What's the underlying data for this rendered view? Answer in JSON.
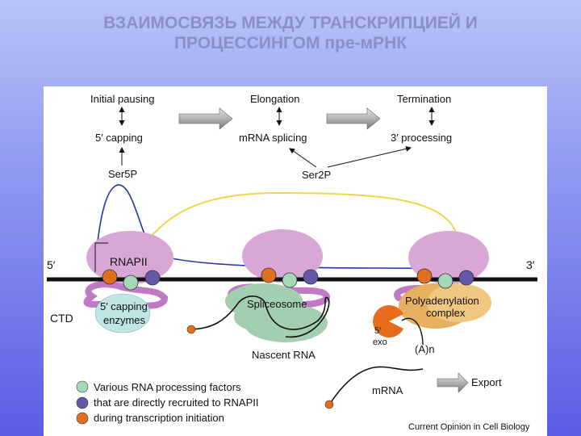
{
  "slide": {
    "title_line1": "ВЗАИМОСВЯЗЬ МЕЖДУ ТРАНСКРИПЦИЕЙ И",
    "title_line2": "ПРОЦЕССИНГОМ пре-мРНК"
  },
  "diagram": {
    "stages": {
      "initial_pausing": "Initial pausing",
      "elongation": "Elongation",
      "termination": "Termination"
    },
    "processes": {
      "capping": "5′ capping",
      "splicing": "mRNA splicing",
      "processing_3": "3′ processing"
    },
    "phospho": {
      "ser5p": "Ser5P",
      "ser2p": "Ser2P"
    },
    "strand": {
      "end5": "5′",
      "end3": "3′"
    },
    "complexes": {
      "rnapii": "RNAPII",
      "capping_enzymes_1": "5′ capping",
      "capping_enzymes_2": "enzymes",
      "spliceosome": "Spliceosome",
      "polyadenylation_1": "Polyadenylation",
      "polyadenylation_2": "complex",
      "exo_1": "5′",
      "exo_2": "exo"
    },
    "labels": {
      "ctd": "CTD",
      "nascent_rna": "Nascent RNA",
      "poly_a": "(A)n",
      "mrna": "mRNA",
      "export": "Export"
    },
    "legend": {
      "line1": "Various RNA processing factors",
      "line2": "that are directly recruited to RNAPII",
      "line3": "during transcription initiation"
    },
    "source": "Current Opinion in Cell Biology",
    "colors": {
      "rnapii": "#d8a7d6",
      "ctd_loop": "#c07ac5",
      "factor_green": "#a5d8b6",
      "factor_purple": "#6457a8",
      "factor_orange": "#e0701e",
      "capping": "#bfe5e5",
      "spliceosome": "#a3cfb0",
      "polyadenylation": "#e6b060",
      "exo": "#e46c1c",
      "ser5p_line": "#2433a6",
      "ser2p_line": "#f1d64c",
      "arrow_gray": "#8a8a8a"
    }
  }
}
